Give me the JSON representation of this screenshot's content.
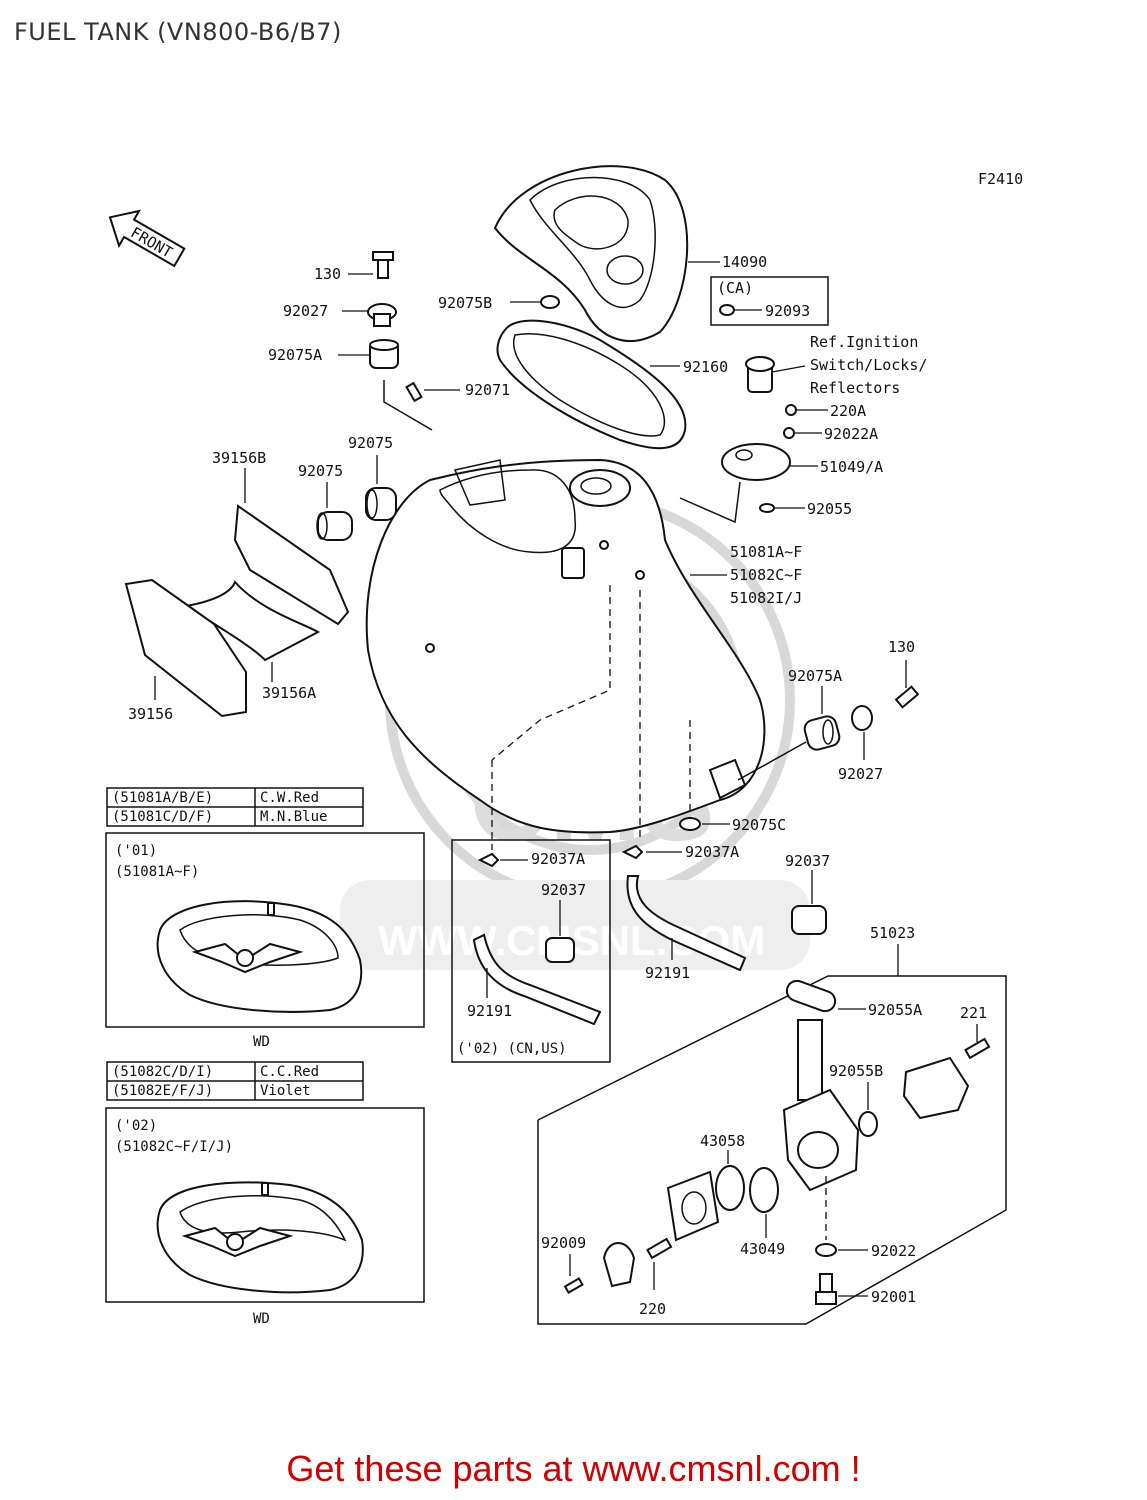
{
  "title": "FUEL TANK (VN800-B6/B7)",
  "figure_code": "F2410",
  "front_label": "FRONT",
  "watermark": {
    "brand": "CMS",
    "url": "WWW.CMSNL.COM"
  },
  "labels": {
    "p130_top": "130",
    "p92027_top": "92027",
    "p92075A_top": "92075A",
    "p92071": "92071",
    "p92075B": "92075B",
    "p14090": "14090",
    "ca": "(CA)",
    "p92093": "92093",
    "p92160": "92160",
    "ref_line1": "Ref.Ignition",
    "ref_line2": "Switch/Locks/",
    "ref_line3": "Reflectors",
    "p220A": "220A",
    "p92022A": "92022A",
    "p51049A": "51049/A",
    "p92055": "92055",
    "p39156B": "39156B",
    "p92075_a": "92075",
    "p92075_b": "92075",
    "tank1": "51081A~F",
    "tank2": "51082C~F",
    "tank3": "51082I/J",
    "p39156": "39156",
    "p39156A": "39156A",
    "p130_right": "130",
    "p92075A_right": "92075A",
    "p92027_right": "92027",
    "p92075C": "92075C",
    "p92037A_left": "92037A",
    "p92037A_right": "92037A",
    "p92037_left": "92037",
    "p92037_right": "92037",
    "p92191_left": "92191",
    "p92191_right": "92191",
    "box_note": "('02)  (CN,US)",
    "p51023": "51023",
    "p92055A": "92055A",
    "p221": "221",
    "p92055B": "92055B",
    "p43058": "43058",
    "p43049": "43049",
    "p92009": "92009",
    "p220": "220",
    "p92022": "92022",
    "p92001": "92001"
  },
  "table1": [
    {
      "code": "(51081A/B/E)",
      "color": "C.W.Red"
    },
    {
      "code": "(51081C/D/F)",
      "color": "M.N.Blue"
    }
  ],
  "table2": [
    {
      "code": "(51082C/D/I)",
      "color": "C.C.Red"
    },
    {
      "code": "(51082E/F/J)",
      "color": "Violet"
    }
  ],
  "variant1": {
    "year": "('01)",
    "codes": "(51081A~F)",
    "wd": "WD"
  },
  "variant2": {
    "year": "('02)",
    "codes": "(51082C~F/I/J)",
    "wd": "WD"
  },
  "footer": "Get these parts at www.cmsnl.com !"
}
